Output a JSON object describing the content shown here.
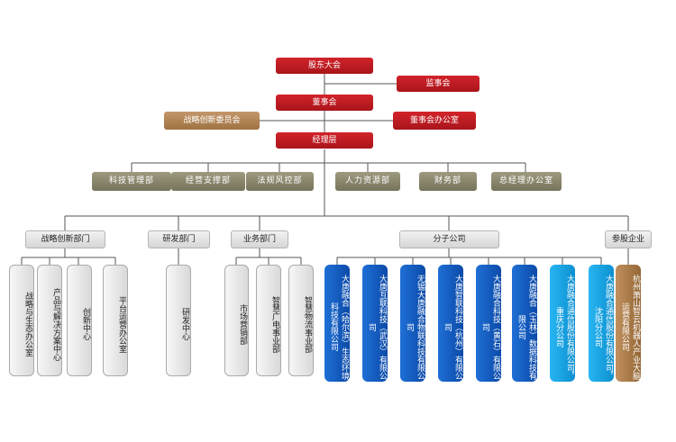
{
  "top": {
    "shareholders": "股东大会",
    "supervisory": "监事会",
    "board": "董事会",
    "strategy_committee": "战略创新委员会",
    "board_office": "董事会办公室",
    "management": "经理层"
  },
  "functions": [
    "科技管理部",
    "经营支撑部",
    "法规风控部",
    "人力资源部",
    "财务部",
    "总经理办公室"
  ],
  "groups": {
    "strategy_dept": "战略创新部门",
    "rnd_dept": "研发部门",
    "business_dept": "业务部门",
    "subsidiaries": "分子公司",
    "equity": "参股企业"
  },
  "strategy_units": [
    "战略与生态办公室",
    "产品与解决方案中心",
    "创新中心",
    "平台运营办公室"
  ],
  "rnd_units": [
    "研发中心"
  ],
  "business_units": [
    "市场营销部",
    "智慧广电事业部",
    "智慧物流事业部"
  ],
  "subsidiary_units": [
    "大唐融合（哈尔滨）生态环境科技有限公司",
    "大唐互联科技（武汉）有限公司",
    "无锡大唐融合物联科技有限公司",
    "大唐智联科技（杭州）有限公司",
    "大唐融合科技（黄石）有限公司",
    "大唐融合（玉林）数据科技有限公司",
    "大唐融合通信股份有限公司，重庆分公司",
    "大唐融合通信股份有限公司，沈阳分公司"
  ],
  "equity_units": [
    "杭州萧山智云机器人产业大脑运营有限公司"
  ]
}
